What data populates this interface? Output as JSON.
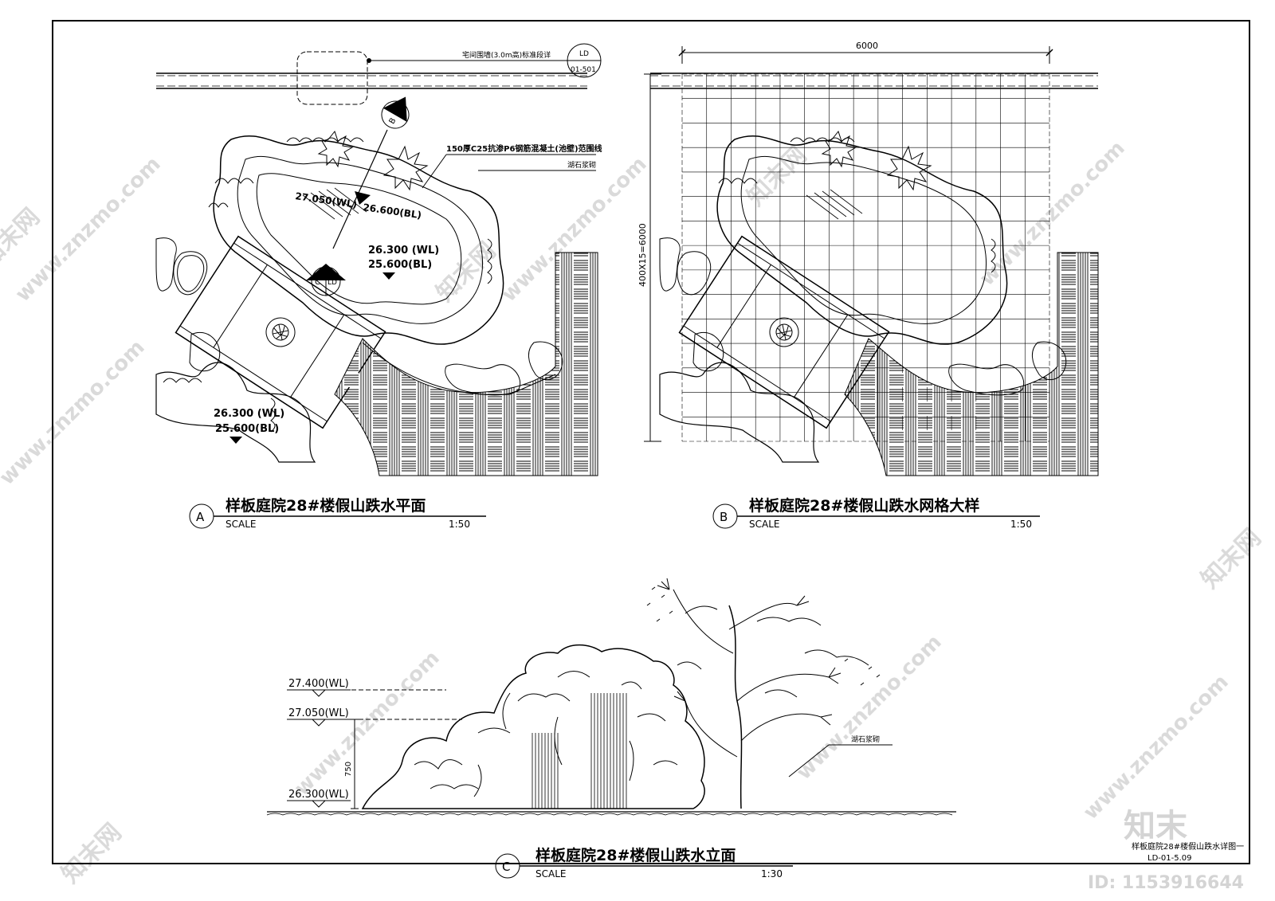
{
  "plan_a": {
    "callout_wall": "宅间围墙(3.0m高)标准段详",
    "callout_wall_ref": "LD",
    "callout_wall_sheet": "01-501",
    "note_pool_wall": "150厚C25抗渗P6钢筋混凝土(池壁)范围线",
    "note_rock": "湖石浆砌",
    "section_b_letter": "B",
    "section_b_ref": "LD",
    "section_c_letter": "C",
    "section_c_ref": "LD",
    "level_upper_wl": "27.050(WL)",
    "level_upper_bl": "26.600(BL)",
    "level_mid_wl": "26.300 (WL)",
    "level_mid_bl": "25.600(BL)",
    "level_low_wl": "26.300 (WL)",
    "level_low_bl": "25.600(BL)",
    "title_circle": "A",
    "title": "样板庭院28#楼假山跌水平面",
    "scale_label": "SCALE",
    "scale_value": "1:50"
  },
  "plan_b": {
    "dim_width": "6000",
    "dim_height": "400X15=6000",
    "title_circle": "B",
    "title": "样板庭院28#楼假山跌水网格大样",
    "scale_label": "SCALE",
    "scale_value": "1:50"
  },
  "elevation_c": {
    "level_top": "27.400(WL)",
    "level_mid": "27.050(WL)",
    "level_base": "26.300(WL)",
    "dim_750": "750",
    "note_rock": "湖石浆砌",
    "title_circle": "C",
    "title": "样板庭院28#楼假山跌水立面",
    "scale_label": "SCALE",
    "scale_value": "1:30"
  },
  "sheet": {
    "sheet_title": "样板庭院28#楼假山跌水详图一",
    "sheet_number": "LD-01-5.09"
  },
  "watermark": {
    "logo": "知末",
    "id_text": "ID: 1153916644",
    "site": "www.znzmo.com",
    "brand": "知末网"
  }
}
